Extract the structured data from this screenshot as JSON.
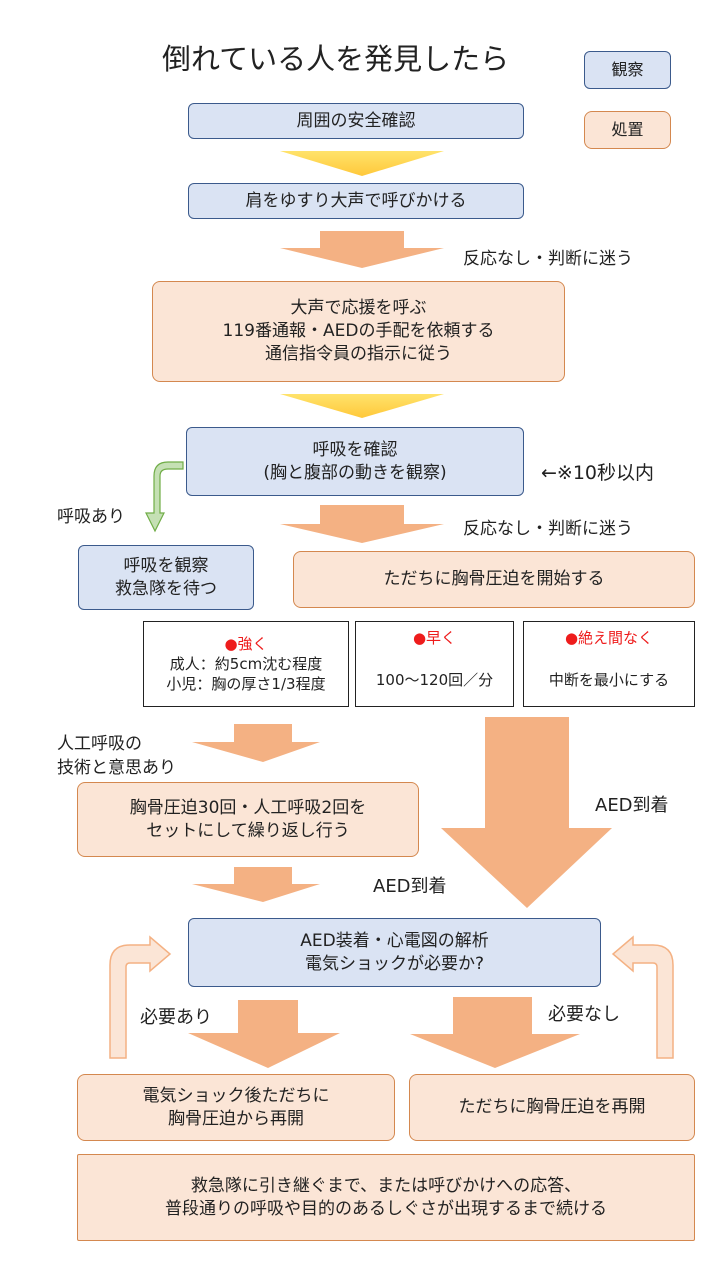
{
  "title": "倒れている人を発見したら",
  "legend": {
    "observe": "観察",
    "action": "処置"
  },
  "steps": {
    "safety": "周囲の安全確認",
    "call_out": "肩をゆすり大声で呼びかける",
    "help_1": "大声で応援を呼ぶ",
    "help_2": "119番通報・AEDの手配を依頼する",
    "help_3": "通信指令員の指示に従う",
    "breath_1": "呼吸を確認",
    "breath_2": "(胸と腹部の動きを観察)",
    "breath_time": "←※10秒以内",
    "no_response_1": "反応なし・判断に迷う",
    "no_response_2": "反応なし・判断に迷う",
    "breathing_yes": "呼吸あり",
    "wait_1": "呼吸を観察",
    "wait_2": "救急隊を待つ",
    "cpr_start": "ただちに胸骨圧迫を開始する",
    "rescue_breath_1": "人工呼吸の",
    "rescue_breath_2": "技術と意思あり",
    "cycle_1": "胸骨圧迫30回・人工呼吸2回を",
    "cycle_2": "セットにして繰り返し行う",
    "aed_arrive_1": "AED到着",
    "aed_arrive_2": "AED到着",
    "aed_1": "AED装着・心電図の解析",
    "aed_2": "電気ショックが必要か?",
    "shock_yes": "必要あり",
    "shock_no": "必要なし",
    "after_shock_1": "電気ショック後ただちに",
    "after_shock_2": "胸骨圧迫から再開",
    "resume": "ただちに胸骨圧迫を再開",
    "continue_1": "救急隊に引き継ぐまで、または呼びかけへの応答、",
    "continue_2": "普段通りの呼吸や目的のあるしぐさが出現するまで続ける"
  },
  "points": {
    "strong": {
      "head": "●強く",
      "line1": "成人：約5cm沈む程度",
      "line2": "小児：胸の厚さ1/3程度"
    },
    "fast": {
      "head": "●早く",
      "line1": "100〜120回／分"
    },
    "continuous": {
      "head": "●絶え間なく",
      "line1": "中断を最小にする"
    }
  },
  "colors": {
    "observe_fill": "#dae3f3",
    "observe_border": "#3b5a8c",
    "action_fill": "#fbe5d6",
    "action_border": "#d4884f",
    "arrow_yellow": "#ffd54f",
    "arrow_orange": "#f4b183",
    "arrow_green_fill": "#c5e0b4",
    "arrow_green_stroke": "#70ad47",
    "highlight_red": "#ee1c1c"
  }
}
